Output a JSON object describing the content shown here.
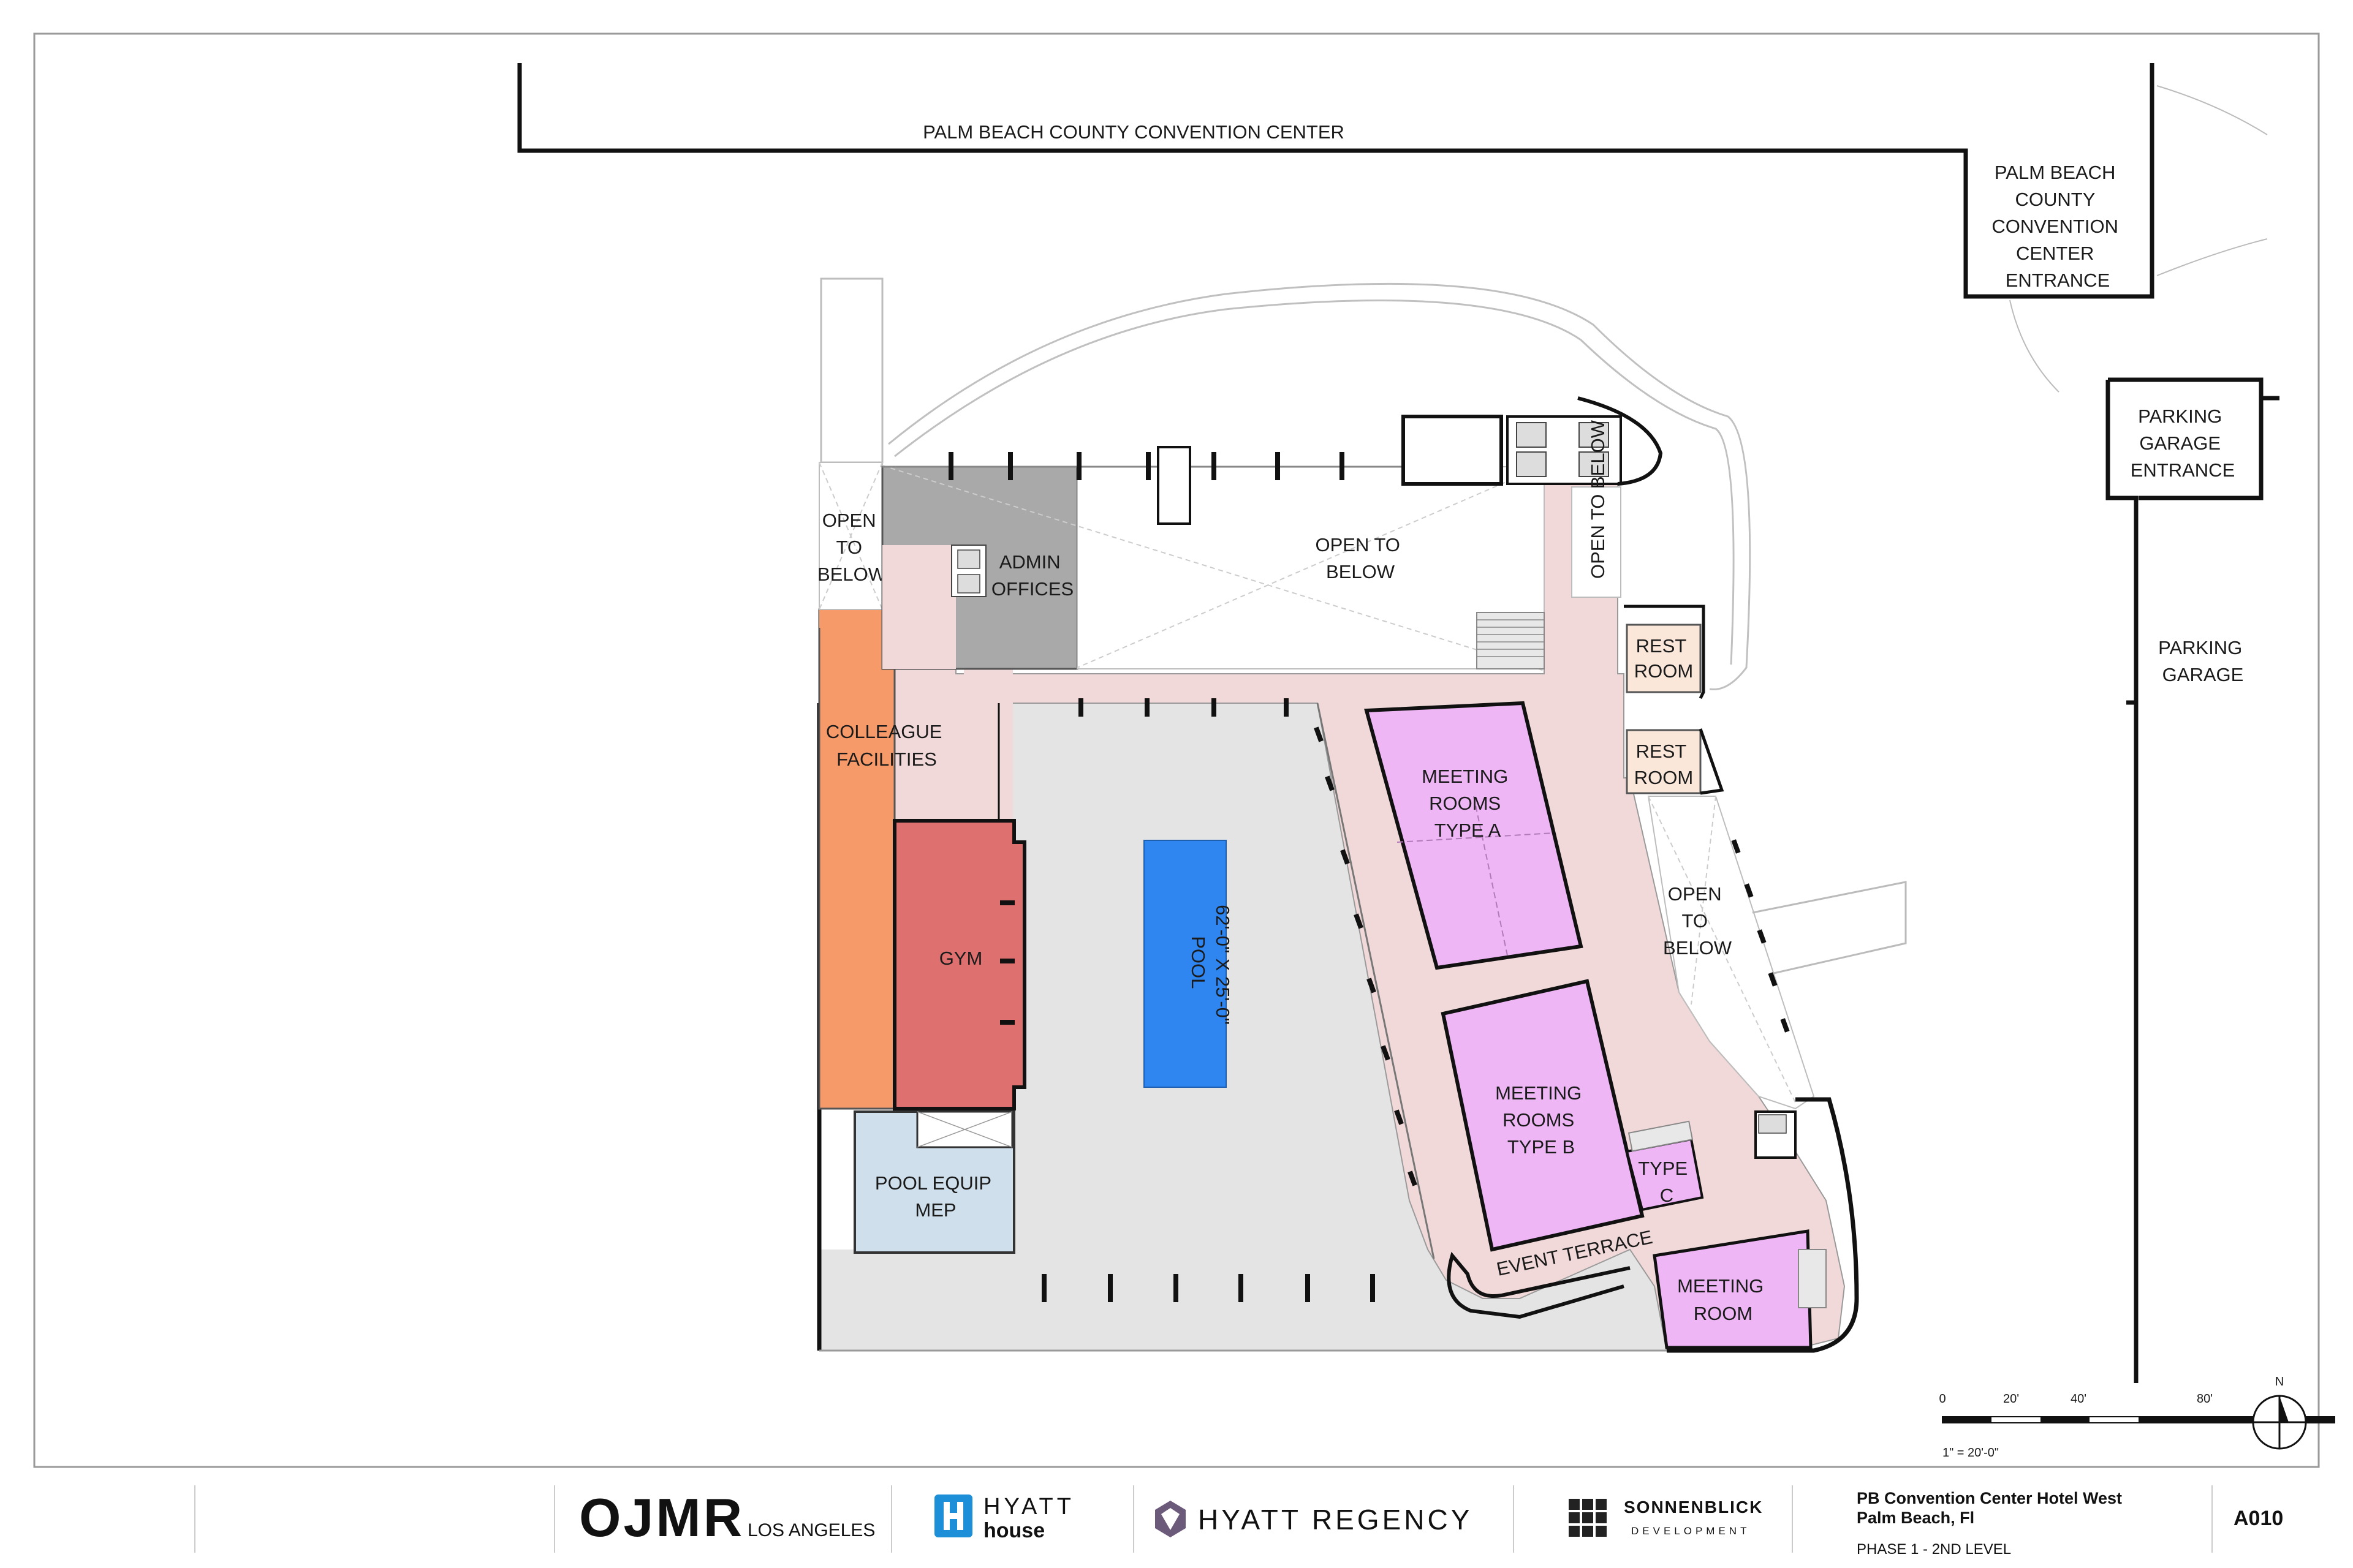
{
  "site": {
    "convention_center_label": "PALM BEACH COUNTY CONVENTION CENTER",
    "convention_entrance": [
      "PALM BEACH",
      "COUNTY",
      "CONVENTION",
      "CENTER",
      "ENTRANCE"
    ],
    "parking_entrance": [
      "PARKING",
      "GARAGE",
      "ENTRANCE"
    ],
    "parking_garage": [
      "PARKING",
      "GARAGE"
    ]
  },
  "rooms": {
    "open_below_nw": [
      "OPEN",
      "TO",
      "BELOW"
    ],
    "admin": [
      "ADMIN",
      "OFFICES"
    ],
    "open_below_court": [
      "OPEN TO",
      "BELOW"
    ],
    "open_below_ne": "OPEN TO BELOW",
    "rest1": [
      "REST",
      "ROOM"
    ],
    "rest2": [
      "REST",
      "ROOM"
    ],
    "colleague": [
      "COLLEAGUE",
      "FACILITIES"
    ],
    "meeting_a": [
      "MEETING",
      "ROOMS",
      "TYPE A"
    ],
    "open_below_e": [
      "OPEN",
      "TO",
      "BELOW"
    ],
    "gym": "GYM",
    "pool": [
      "POOL",
      "62'-0\" X 25'-0\""
    ],
    "meeting_b": [
      "MEETING",
      "ROOMS",
      "TYPE B"
    ],
    "type_c": [
      "TYPE",
      "C"
    ],
    "pool_equip": [
      "POOL EQUIP",
      "MEP"
    ],
    "event_terrace": "EVENT TERRACE",
    "meeting_room": [
      "MEETING",
      "ROOM"
    ]
  },
  "scale": {
    "ticks": [
      "0",
      "20'",
      "40'",
      "80'"
    ],
    "note": "1\" = 20'-0\"",
    "north": "N"
  },
  "title_block": {
    "ojmr_logo": "OJMR",
    "ojmr_city": "LOS ANGELES",
    "hyatt_house_line1": "HYATT",
    "hyatt_house_line2": "house",
    "hyatt_regency": "HYATT REGENCY",
    "sonnenblick_line1": "SONNENBLICK",
    "sonnenblick_line2": "DEVELOPMENT",
    "project_line1": "PB Convention Center Hotel West",
    "project_line2": "Palm Beach, Fl",
    "phase": "PHASE 1 - 2ND LEVEL",
    "sheet": "A010"
  },
  "colors": {
    "corridor": "#f2d9d9",
    "colleague": "#f79a6a",
    "gym": "#de7070",
    "admin": "#a9a9a9",
    "pool": "#2f86f0",
    "pool_deck": "#e4e4e4",
    "meeting": "#eeb6f5",
    "restroom": "#fbe7da",
    "mep": "#cfe0ec",
    "line": "#111111"
  }
}
